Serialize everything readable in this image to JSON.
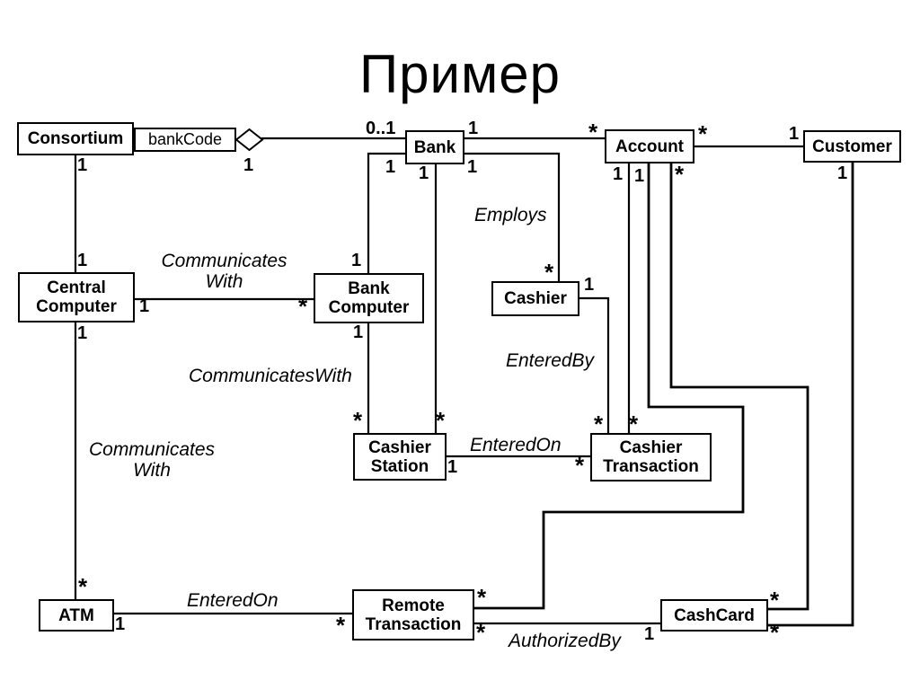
{
  "title": "Пример",
  "classes": {
    "consortium": "Consortium",
    "bank_code": "bankCode",
    "bank": "Bank",
    "account": "Account",
    "customer": "Customer",
    "central_computer": "Central Computer",
    "bank_computer": "Bank Computer",
    "cashier": "Cashier",
    "cashier_station": "Cashier Station",
    "cashier_transaction": "Cashier Transaction",
    "atm": "ATM",
    "remote_transaction": "Remote Transaction",
    "cashcard": "CashCard"
  },
  "associations": [
    {
      "from": "Consortium",
      "to": "Bank",
      "label": "",
      "qualifier": "bankCode",
      "aggregation": true,
      "from_mult": "1",
      "to_mult": "0..1"
    },
    {
      "from": "Bank",
      "to": "Account",
      "label": "",
      "from_mult": "1",
      "to_mult": "*"
    },
    {
      "from": "Account",
      "to": "Customer",
      "label": "",
      "from_mult": "*",
      "to_mult": "1"
    },
    {
      "from": "Consortium",
      "to": "Central Computer",
      "label": "",
      "from_mult": "1",
      "to_mult": "1"
    },
    {
      "from": "Central Computer",
      "to": "Bank Computer",
      "label": "Communicates With",
      "from_mult": "1",
      "to_mult": "*"
    },
    {
      "from": "Central Computer",
      "to": "ATM",
      "label": "Communicates With",
      "from_mult": "1",
      "to_mult": "*"
    },
    {
      "from": "Bank",
      "to": "Bank Computer",
      "label": "",
      "from_mult": "1",
      "to_mult": "1"
    },
    {
      "from": "Bank",
      "to": "Cashier",
      "label": "Employs",
      "from_mult": "1",
      "to_mult": "*"
    },
    {
      "from": "Bank",
      "to": "Cashier Station",
      "label": "",
      "from_mult": "1",
      "to_mult": "*"
    },
    {
      "from": "Bank Computer",
      "to": "Cashier Station",
      "label": "CommunicatesWith",
      "from_mult": "1",
      "to_mult": "*"
    },
    {
      "from": "Cashier",
      "to": "Cashier Transaction",
      "label": "EnteredBy",
      "from_mult": "1",
      "to_mult": "*"
    },
    {
      "from": "Cashier Station",
      "to": "Cashier Transaction",
      "label": "EnteredOn",
      "from_mult": "1",
      "to_mult": "*"
    },
    {
      "from": "Account",
      "to": "Cashier Transaction",
      "label": "",
      "from_mult": "1",
      "to_mult": "*"
    },
    {
      "from": "Account",
      "to": "Remote Transaction",
      "label": "",
      "from_mult": "1",
      "to_mult": "*"
    },
    {
      "from": "Account",
      "to": "CashCard",
      "label": "",
      "from_mult": "*",
      "to_mult": "*"
    },
    {
      "from": "Customer",
      "to": "CashCard",
      "label": "",
      "from_mult": "1",
      "to_mult": "*"
    },
    {
      "from": "ATM",
      "to": "Remote Transaction",
      "label": "EnteredOn",
      "from_mult": "1",
      "to_mult": "*"
    },
    {
      "from": "Remote Transaction",
      "to": "CashCard",
      "label": "AuthorizedBy",
      "from_mult": "*",
      "to_mult": "1"
    }
  ],
  "colors": {
    "ink": "#000000",
    "paper": "#ffffff"
  }
}
